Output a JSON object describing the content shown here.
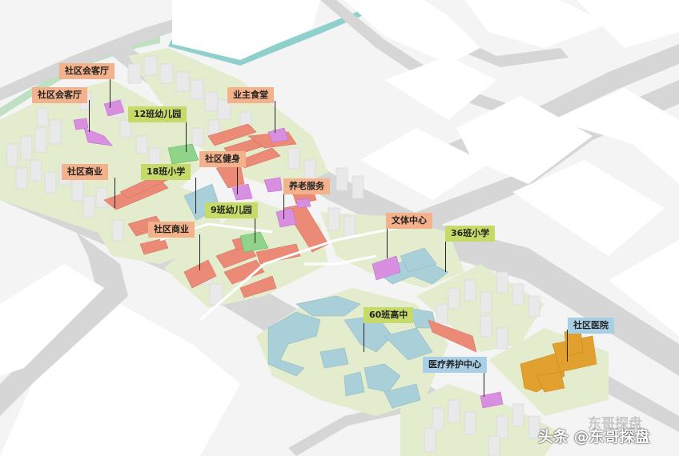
{
  "labels": {
    "community_hall_1": "社区会客厅",
    "community_hall_2": "社区会客厅",
    "kindergarten_12": "12班幼儿园",
    "owner_canteen": "业主食堂",
    "community_gym": "社区健身",
    "community_commerce_1": "社区商业",
    "primary_18": "18班小学",
    "elderly_service": "养老服务",
    "kindergarten_9": "9班幼儿园",
    "community_commerce_2": "社区商业",
    "culture_center": "文体中心",
    "primary_36": "36班小学",
    "high_school_60": "60班高中",
    "community_hospital": "社区医院",
    "medical_care_center": "医疗养护中心"
  },
  "watermark": {
    "top": "东哥探盘",
    "bottom": "头条 @东哥探盘"
  },
  "colors": {
    "commerce_housing": "#ea8a77",
    "community_service": "#d98fe0",
    "education": "#a9cfd8",
    "kindergarten": "#8fd48a",
    "hospital": "#e2a12e",
    "river": "#8fd0cc",
    "road": "#d3d3d3",
    "parcel_green": "#e3edce"
  }
}
